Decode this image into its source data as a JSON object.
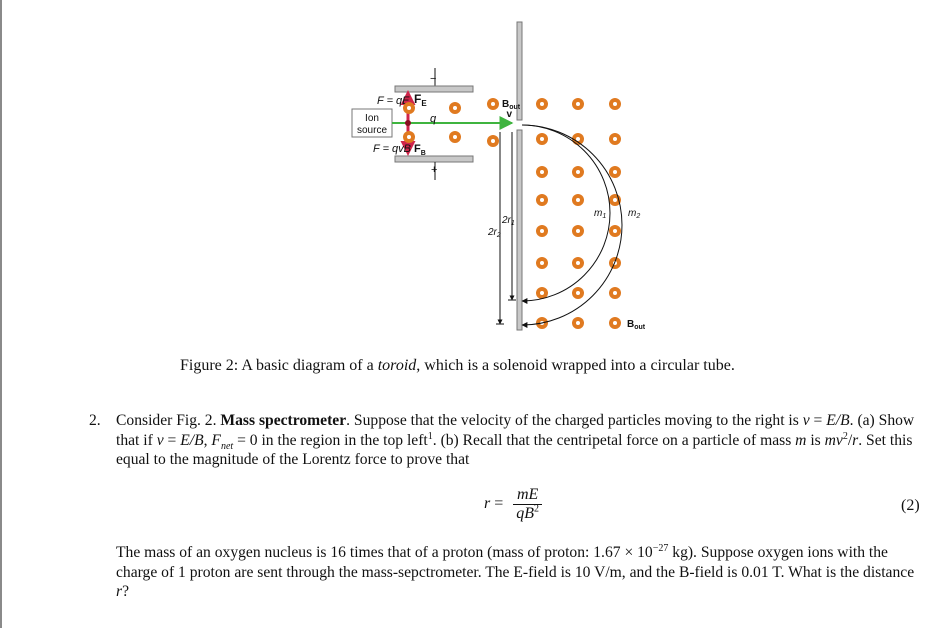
{
  "figure": {
    "ion_source_label_line1": "Ion",
    "ion_source_label_line2": "source",
    "force_electric_label": "F = qE",
    "force_magnetic_label": "F = qvB",
    "fe_label": "F",
    "fe_sub": "E",
    "fb_label": "F",
    "fb_sub": "B",
    "charge_label": "q",
    "velocity_label": "v",
    "minus_label": "−",
    "plus_label": "+",
    "bout_top_label": "B",
    "bout_top_sub": "out",
    "bout_bottom_label": "B",
    "bout_bottom_sub": "out",
    "two_r1_label": "2r",
    "two_r1_sub": "1",
    "two_r2_label": "2r",
    "two_r2_sub": "2",
    "m1_label": "m",
    "m1_sub": "1",
    "m2_label": "m",
    "m2_sub": "2",
    "colors": {
      "plates": "#9a9a9a",
      "beam": "#3fb43f",
      "force": "#d0244a",
      "field_dot": "#e07a20",
      "ion_source_border": "#777777"
    }
  },
  "caption": {
    "prefix": "Figure 2: A basic diagram of a ",
    "term": "toroid",
    "suffix": ", which is a solenoid wrapped into a circular tube."
  },
  "problem": {
    "number": "2.",
    "t1": "Consider Fig. 2. ",
    "bold_title": "Mass spectrometer",
    "t2": ". Suppose that the velocity of the charged particles moving to the right is ",
    "t3": "v",
    "t4": " = ",
    "t5": "E/B",
    "t6": ". (a) Show that if ",
    "t7": "v",
    "t8": " = ",
    "t9": "E/B",
    "t10": ", ",
    "t11": "F",
    "t11_sub": "net",
    "t12": " = 0 in the region in the top left",
    "t12_sup": "1",
    "t13": ". (b) Recall that the centripetal force on a particle of mass ",
    "t14": "m",
    "t15": " is ",
    "t16": "mv",
    "t16_sup": "2",
    "t17": "/",
    "t18": "r",
    "t19": ". Set this equal to the magnitude of the Lorentz force to prove that"
  },
  "equation": {
    "lhs": "r",
    "equals": "=",
    "numerator": "mE",
    "denominator": "qB",
    "denominator_sup": "2",
    "number": "(2)"
  },
  "followup": {
    "t1": "The mass of an oxygen nucleus is 16 times that of a proton (mass of proton: 1.67 × 10",
    "t1_sup": "−27",
    "t2": " kg). Suppose oxygen ions with the charge of 1 proton are sent through the mass-sepctrometer. The E-field is 10 V/m, and the B-field is 0.01 T. What is the distance ",
    "t3": "r",
    "t4": "?"
  }
}
